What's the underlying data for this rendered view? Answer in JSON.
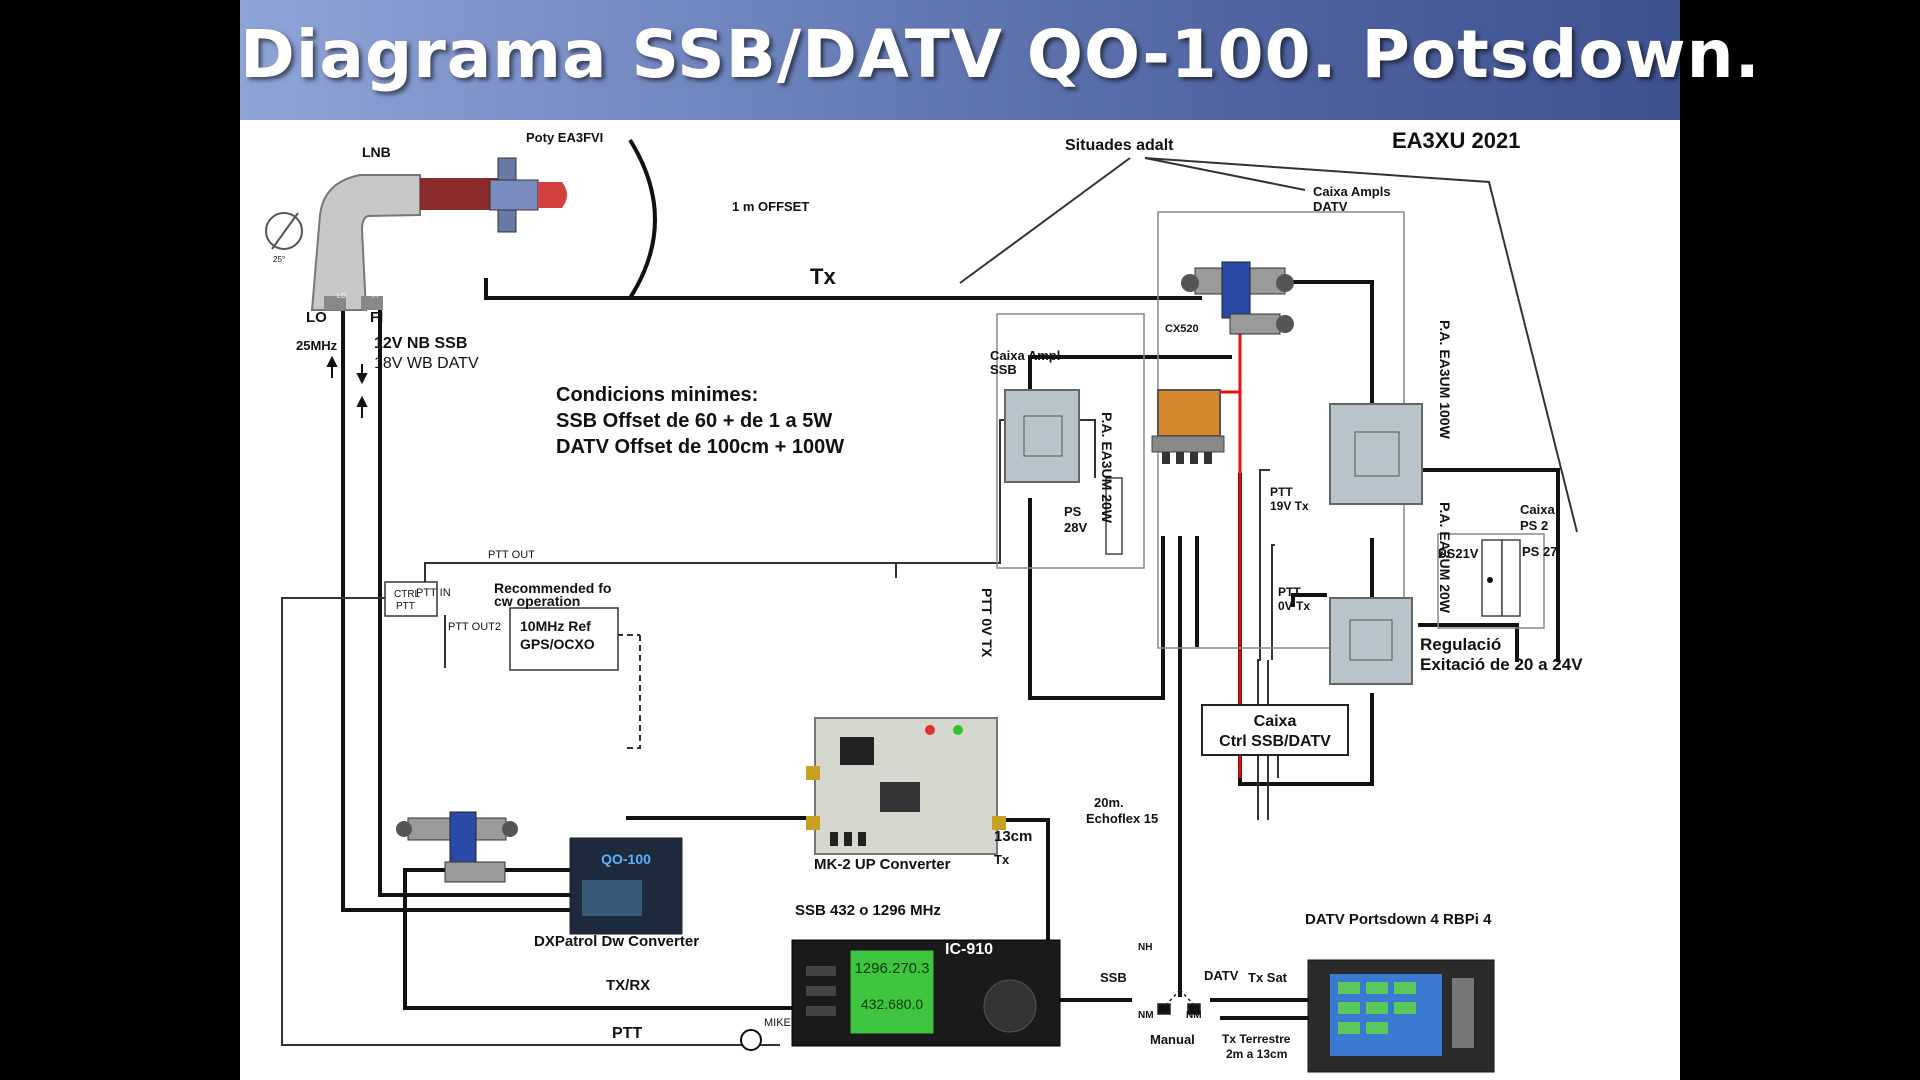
{
  "title": "Diagrama SSB/DATV QO-100. Potsdown.",
  "colors": {
    "banner_start": "#8fa4d6",
    "banner_end": "#3e5290",
    "wire": "#111111",
    "ptt_wire": "#555555",
    "rf_red": "#e01010"
  },
  "labels": {
    "lnb": "LNB",
    "poty": "Poty EA3FVI",
    "angle": "25°",
    "lnb_lo": "LO",
    "lnb_fi": "FI",
    "offset": "1 m OFFSET",
    "tx": "Tx",
    "situades": "Situades adalt",
    "author": "EA3XU 2021",
    "caixa_ampls_datv_1": "Caixa Ampls",
    "caixa_ampls_datv_2": "DATV",
    "cx520": "CX520",
    "caixa_ampl_ssb_1": "Caixa Ampl",
    "caixa_ampl_ssb_2": "SSB",
    "pa_20w_ssb": "P.A. EA3UM 20W",
    "pa_100w": "P.A. EA3UM 100W",
    "pa_20w_datv": "P.A. EA3UM 20W",
    "lo_arrow": "LO",
    "lo_freq": "25MHz",
    "fi_arrow": "FI",
    "nb_ssb": "12V  NB SSB",
    "wb_datv": "18V  WB DATV",
    "cond_title": "Condicions minimes:",
    "cond_ssb": "SSB Offset de 60 + de 1 a 5W",
    "cond_datv": "DATV Offset de 100cm + 100W",
    "ptt_0v_tx": "PTT 0V TX",
    "ps_28v_1": "PS",
    "ps_28v_2": "28V",
    "ptt_19v_1": "PTT",
    "ptt_19v_2": "19V Tx",
    "ptt_0v_1": "PTT",
    "ptt_0v_2": "0V Tx",
    "caixa_ps2_1": "Caixa",
    "caixa_ps2_2": "PS 2",
    "ps21v": "PS21V",
    "ps27": "PS 27",
    "regulacio_1": "Regulació",
    "regulacio_2": "Exitació  de 20 a 24V",
    "ptt_out": "PTT OUT",
    "ptt_in": "PTT IN",
    "ctrl_1": "CTRL",
    "ctrl_2": "PTT",
    "ptt_out2": "PTT OUT2",
    "recommended_1": "Recommended fo",
    "recommended_2": "cw operation",
    "ref_1": "10MHz Ref",
    "ref_2": "GPS/OCXO",
    "qo100": "QO-100",
    "mk2": "MK-2  UP Converter",
    "cm13": "13cm",
    "tx2": "Tx",
    "echoflex_1": "20m.",
    "echoflex_2": "Echoflex 15",
    "caixa_ctrl_1": "Caixa",
    "caixa_ctrl_2": "Ctrl SSB/DATV",
    "dxpatrol": "DXPatrol  Dw Converter",
    "ssb_freq": "SSB 432 o  1296 MHz",
    "ic910": "IC-910",
    "freq_main": "1296.270.3",
    "freq_sub": "432.680.0",
    "txrx": "TX/RX",
    "ptt": "PTT",
    "mike": "MIKE",
    "datv_pd": "DATV Portsdown 4 RBPi 4",
    "nh": "NH",
    "ssb": "SSB",
    "datv": "DATV",
    "tx_sat": "Tx Sat",
    "nm_1": "NM",
    "nm_2": "NM",
    "manual": "Manual",
    "tx_terrestre_1": "Tx Terrestre",
    "tx_terrestre_2": "2m a 13cm"
  }
}
